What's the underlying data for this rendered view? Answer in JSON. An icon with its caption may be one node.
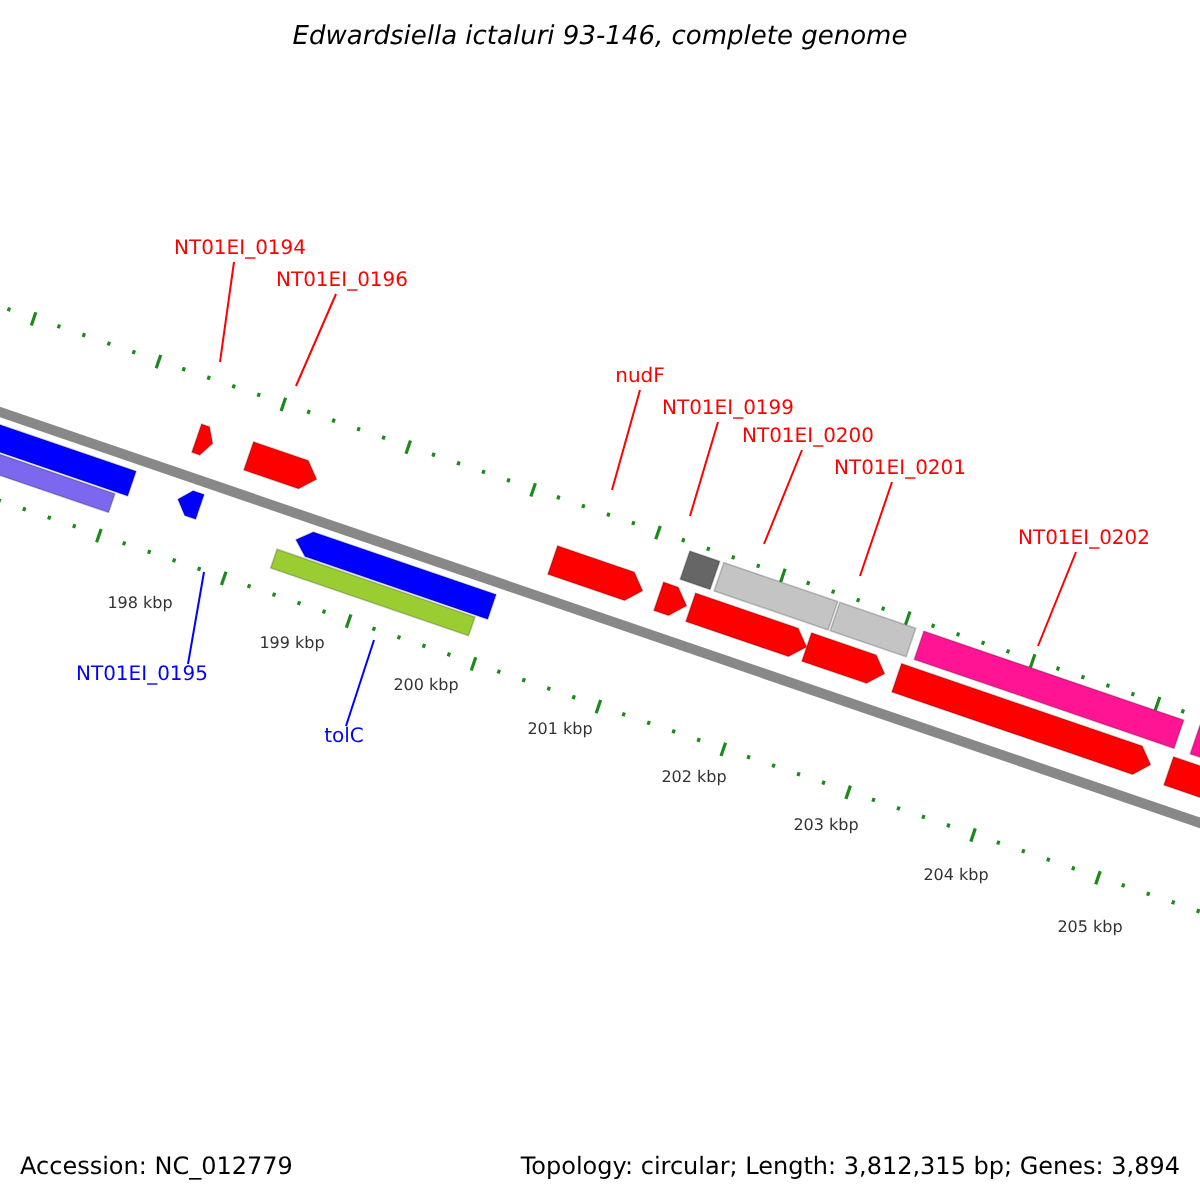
{
  "diagram": {
    "title": "Edwardsiella ictaluri 93-146, complete genome",
    "nodes": [
      {
        "text": [
          "NT01EI_0194"
        ]
      },
      {
        "text": [
          "NT01EI_0196"
        ]
      },
      {
        "text": [
          "NT01EI_0195"
        ]
      },
      {
        "text": [
          "tolC"
        ]
      },
      {
        "text": [
          "nudF"
        ]
      },
      {
        "text": [
          "NT01EI_0199"
        ]
      },
      {
        "text": [
          "NT01EI_0200"
        ]
      },
      {
        "text": [
          "NT01EI_0201"
        ]
      },
      {
        "text": [
          "NT01EI_0202"
        ]
      }
    ],
    "edges": [
      {
        "from": 0,
        "to": null,
        "arrow": "none"
      },
      {
        "from": 1,
        "to": null,
        "arrow": "none"
      },
      {
        "from": 2,
        "to": null,
        "arrow": "none",
        "color": "#0000ff"
      },
      {
        "from": 3,
        "to": null,
        "arrow": "none",
        "color": "#0000ff"
      },
      {
        "from": 4,
        "to": null,
        "arrow": "none"
      },
      {
        "from": 5,
        "to": null,
        "arrow": "none"
      },
      {
        "from": 6,
        "to": null,
        "arrow": "none"
      },
      {
        "from": 7,
        "to": null,
        "arrow": "none"
      },
      {
        "from": 8,
        "to": null,
        "arrow": "none"
      }
    ],
    "labels": [
      "198 kbp",
      "199 kbp",
      "200 kbp",
      "201 kbp",
      "202 kbp",
      "203 kbp",
      "204 kbp",
      "205 kbp",
      "Accession: NC_012779",
      "Topology: circular; Length: 3,812,315 bp; Genes: 3,894"
    ]
  }
}
